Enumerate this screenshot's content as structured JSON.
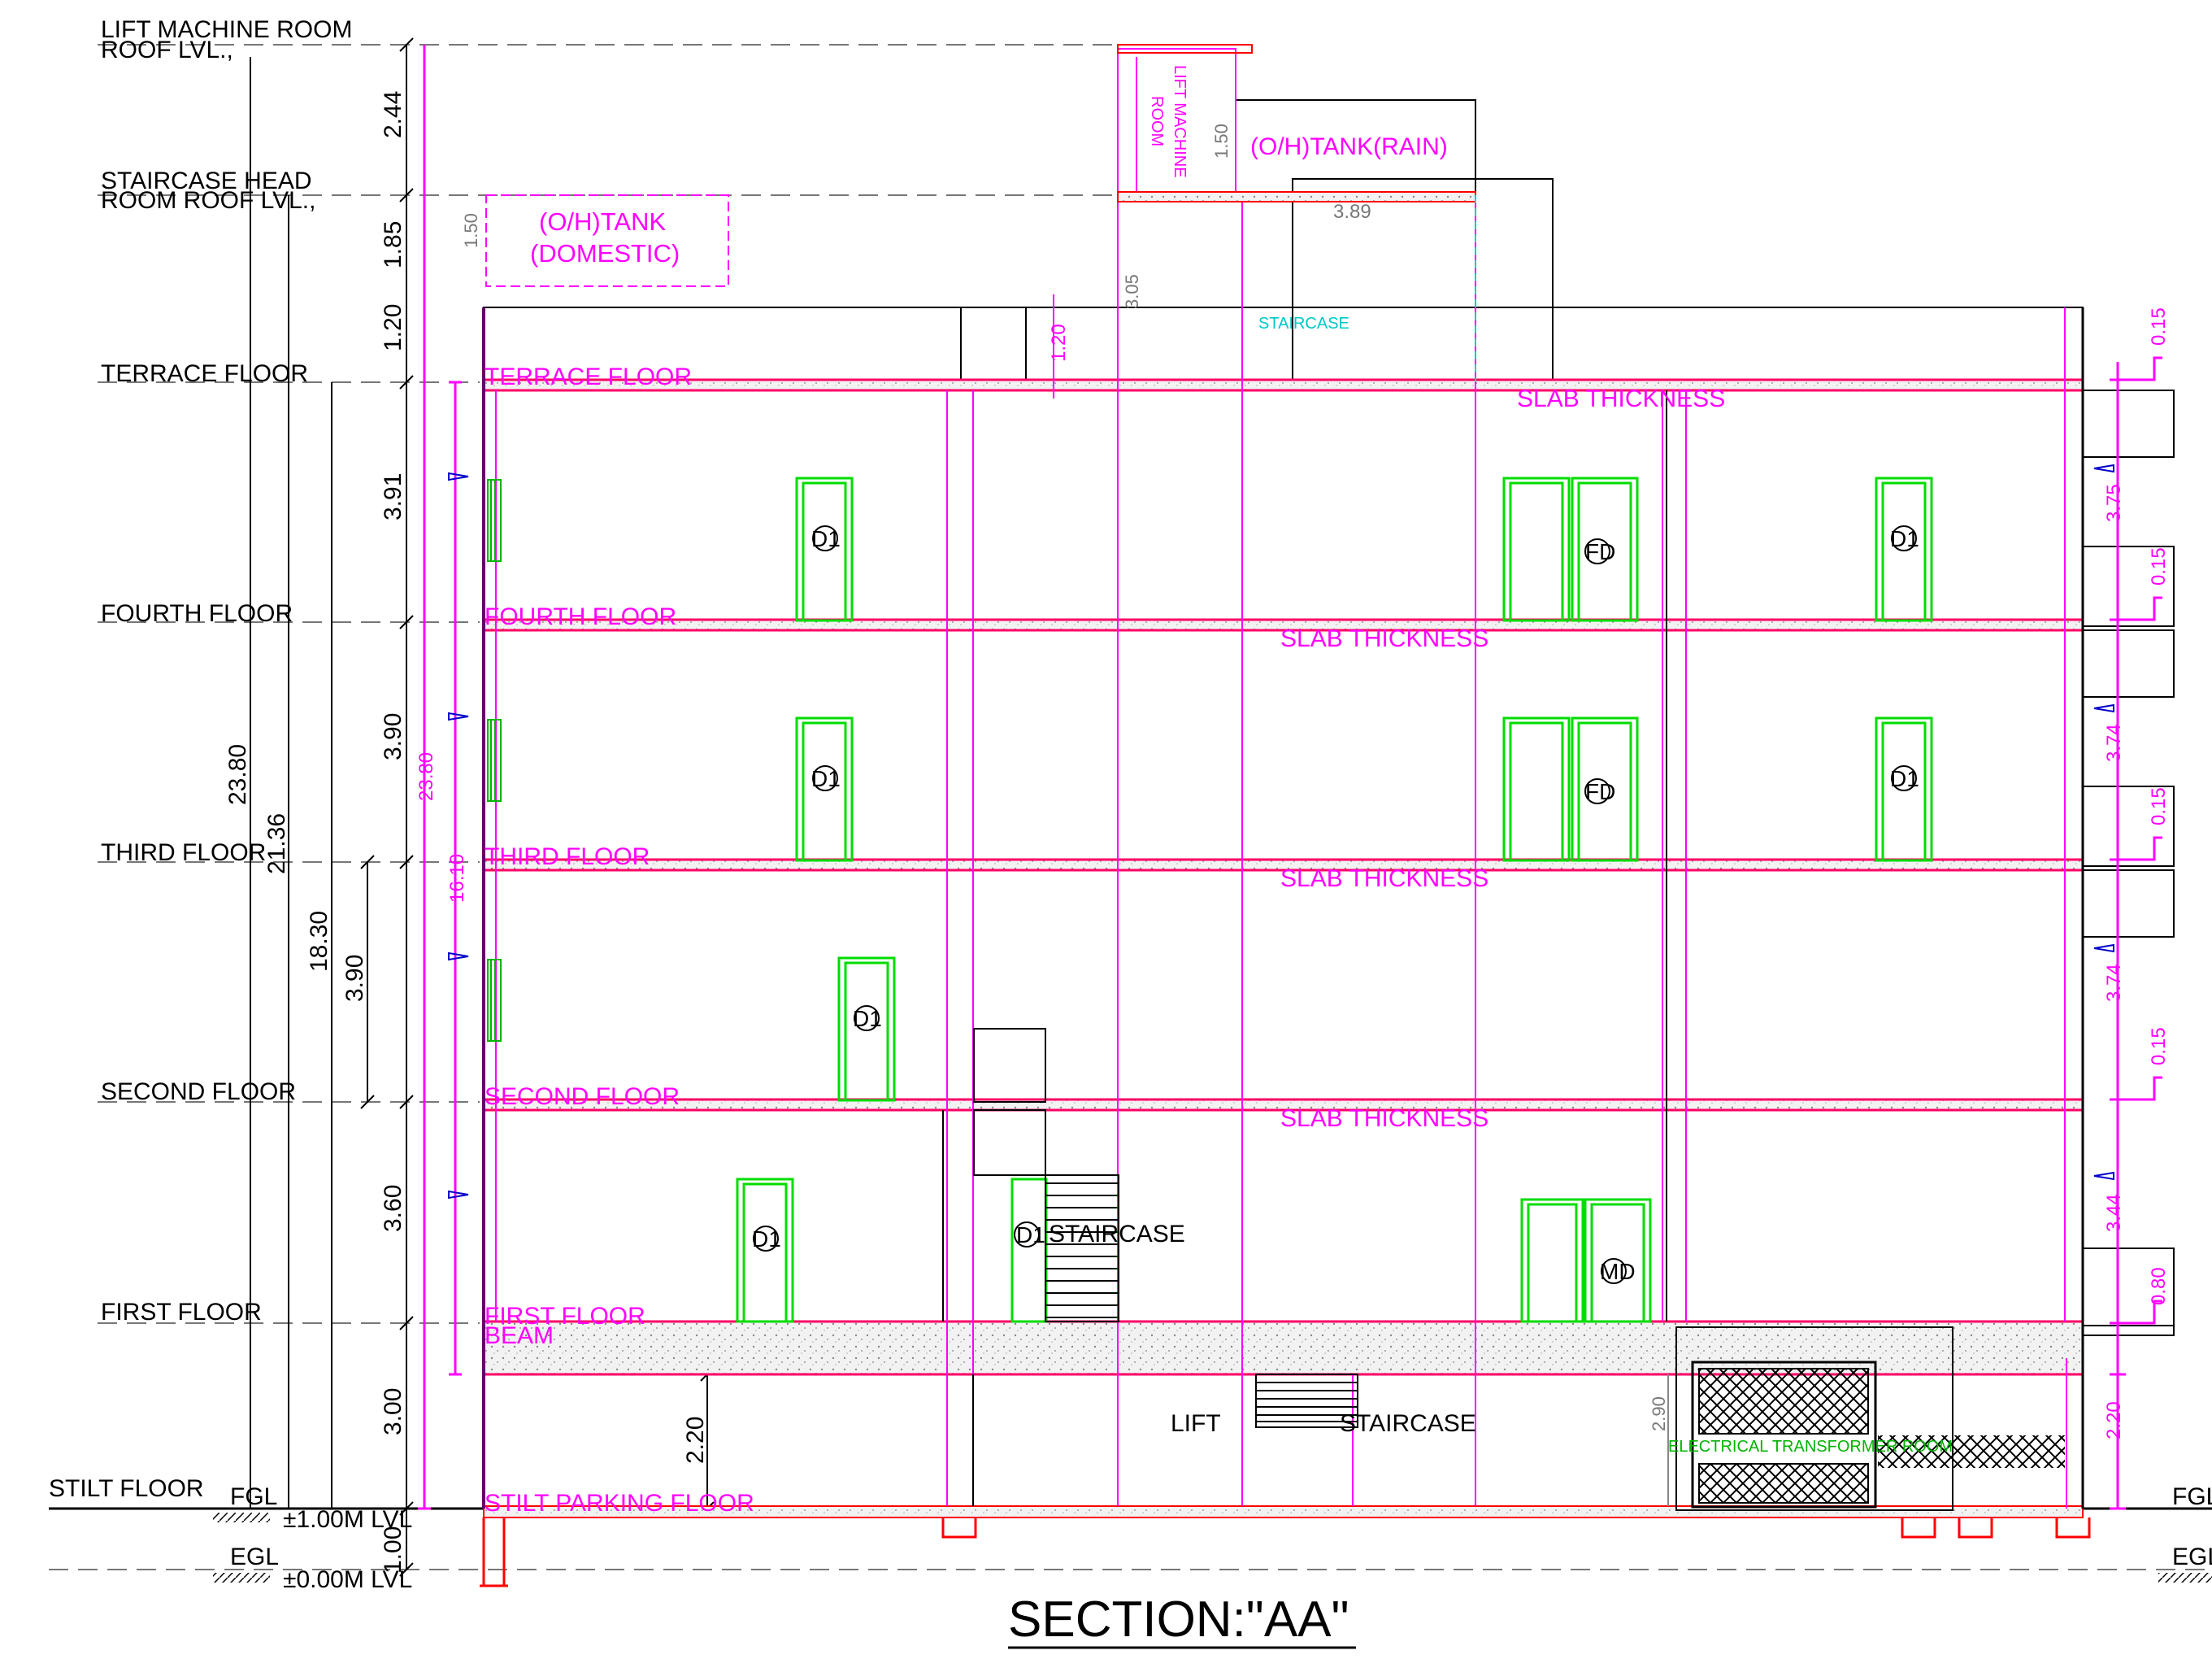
{
  "title": "SECTION:\"AA\"",
  "colors": {
    "magenta": "#ff00ff",
    "green": "#00dd00",
    "red": "#ff0000",
    "cyan": "#00c8c8",
    "black": "#000000",
    "grey": "#888888"
  },
  "levels": [
    {
      "line1": "LIFT MACHINE ROOM",
      "line2": "ROOF LVL.,"
    },
    {
      "line1": "STAIRCASE HEAD",
      "line2": "ROOM ROOF LVL.,"
    },
    {
      "line1": "TERRACE FLOOR"
    },
    {
      "line1": "FOURTH FLOOR"
    },
    {
      "line1": "THIRD FLOOR"
    },
    {
      "line1": "SECOND FLOOR"
    },
    {
      "line1": "FIRST FLOOR"
    },
    {
      "line1": "STILT FLOOR"
    }
  ],
  "ground": {
    "fgl": "FGL",
    "fgl_level": "±1.00M LVL",
    "egl": "EGL",
    "egl_level": "±0.00M LVL",
    "fgl_right": "FGL",
    "egl_right": "EGL"
  },
  "left_dims": {
    "heights": [
      "2.44",
      "1.85",
      "1.20",
      "3.91",
      "3.90",
      "3.90",
      "3.60",
      "3.00",
      "1.00"
    ],
    "overall": [
      "23.80",
      "21.36",
      "18.30",
      "3.90",
      "2.20"
    ],
    "magenta": [
      "23.80",
      "16.10"
    ]
  },
  "right_dims": {
    "slabs": [
      "0.15",
      "0.15",
      "0.15",
      "0.15",
      "0.80"
    ],
    "clear_heights": [
      "3.75",
      "3.74",
      "3.74",
      "3.44",
      "2.20"
    ]
  },
  "labels": {
    "terrace_floor": "TERRACE FLOOR",
    "fourth_floor": "FOURTH FLOOR",
    "third_floor": "THIRD FLOOR",
    "second_floor": "SECOND FLOOR",
    "first_floor": "FIRST FLOOR",
    "beam": "BEAM",
    "stilt_parking_floor": "STILT PARKING FLOOR",
    "slab_thickness": "SLAB THICKNESS",
    "tank_domestic_1": "(O/H)TANK",
    "tank_domestic_2": "(DOMESTIC)",
    "tank_rain": "(O/H)TANK(RAIN)",
    "lift_machine_room_1": "LIFT MACHINE",
    "lift_machine_room_2": "ROOM",
    "staircase_roof": "STAIRCASE",
    "staircase_first": "STAIRCASE",
    "staircase_stilt": "STAIRCASE",
    "lift": "LIFT",
    "electrical_transformer": "ELECTRICAL TRANSFORMER ROOM",
    "dim_150": "1.50",
    "dim_120": "1.20",
    "dim_305": "3.05",
    "dim_389": "3.89",
    "dim_290": "2.90"
  },
  "door_tags": {
    "fourth": [
      "D1",
      "FD",
      "D1"
    ],
    "third": [
      "D1",
      "FD",
      "D1"
    ],
    "second": [
      "D1"
    ],
    "first": [
      "D1",
      "D1",
      "MD"
    ]
  }
}
